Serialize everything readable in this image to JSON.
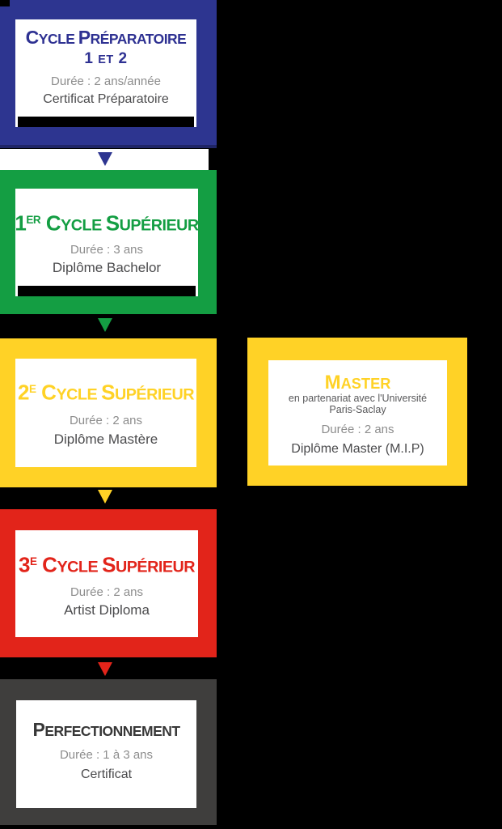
{
  "figure": {
    "background": "#000000",
    "band_color": "#FFFFFF",
    "bar_color": "#000000",
    "muted_text_color": "#8D8D8D",
    "dark_text_color": "#4B4B4D"
  },
  "boxes": [
    {
      "id": "cycle-preparatoire",
      "color": "#2D3590",
      "edge_color": "#1F2566",
      "title_color": "#2E3192",
      "title_plain": "Cycle Préparatoire",
      "title_segments": [
        {
          "text": "C",
          "style": "big"
        },
        {
          "text": "YCLE ",
          "style": "small"
        },
        {
          "text": "P",
          "style": "big"
        },
        {
          "text": "RÉPARATOIRE",
          "style": "small"
        }
      ],
      "subtitle_plain": "1 et 2",
      "subtitle_segments": [
        {
          "text": "1 ",
          "style": "big"
        },
        {
          "text": "ET",
          "style": "small"
        },
        {
          "text": " 2",
          "style": "big"
        }
      ],
      "duration": "Durée : 2 ans/année",
      "diploma": "Certificat Préparatoire",
      "redacted_bar": true
    },
    {
      "id": "cycle-superieur-1",
      "color": "#149E43",
      "title_color": "#149E43",
      "title_plain": "1er Cycle Supérieur",
      "title_segments": [
        {
          "text": "1",
          "style": "big"
        },
        {
          "text": "ER",
          "style": "sup"
        },
        {
          "text": " C",
          "style": "big"
        },
        {
          "text": "YCLE ",
          "style": "small"
        },
        {
          "text": "S",
          "style": "big"
        },
        {
          "text": "UPÉRIEUR",
          "style": "small"
        }
      ],
      "duration": "Durée : 3 ans",
      "diploma": "Diplôme Bachelor",
      "redacted_bar": true
    },
    {
      "id": "cycle-superieur-2",
      "color": "#FFD226",
      "title_color": "#FFD226",
      "title_plain": "2e Cycle Supérieur",
      "title_segments": [
        {
          "text": "2",
          "style": "big"
        },
        {
          "text": "E",
          "style": "sup"
        },
        {
          "text": " C",
          "style": "big"
        },
        {
          "text": "YCLE ",
          "style": "small"
        },
        {
          "text": "S",
          "style": "big"
        },
        {
          "text": "UPÉRIEUR",
          "style": "small"
        }
      ],
      "duration": "Durée : 2 ans",
      "diploma": "Diplôme Mastère",
      "redacted_bar": false
    },
    {
      "id": "master",
      "color": "#FFD226",
      "title_color": "#FFD226",
      "title_plain": "Master",
      "title_segments": [
        {
          "text": "M",
          "style": "big"
        },
        {
          "text": "ASTER",
          "style": "small"
        }
      ],
      "subnote_color": "#58585A",
      "subnote_line1": "en partenariat avec l'Université",
      "subnote_line2": "Paris-Saclay",
      "duration": "Durée : 2 ans",
      "diploma": "Diplôme Master (M.I.P)",
      "redacted_bar": false
    },
    {
      "id": "cycle-superieur-3",
      "color": "#E2241A",
      "title_color": "#E2241A",
      "title_plain": "3e Cycle Supérieur",
      "title_segments": [
        {
          "text": "3",
          "style": "big"
        },
        {
          "text": "E",
          "style": "sup"
        },
        {
          "text": " C",
          "style": "big"
        },
        {
          "text": "YCLE ",
          "style": "small"
        },
        {
          "text": "S",
          "style": "big"
        },
        {
          "text": "UPÉRIEUR",
          "style": "small"
        }
      ],
      "duration": "Durée : 2 ans",
      "diploma": "Artist Diploma",
      "redacted_bar": false
    },
    {
      "id": "perfectionnement",
      "color": "#3F3E3D",
      "title_color": "#373737",
      "title_plain": "Perfectionnement",
      "title_segments": [
        {
          "text": "P",
          "style": "big"
        },
        {
          "text": "ERFECTIONNEMENT",
          "style": "small"
        }
      ],
      "duration": "Durée : 1 à 3 ans",
      "diploma": "Certificat",
      "redacted_bar": false
    }
  ],
  "arrows": [
    {
      "id": "after-preparatoire",
      "color": "#2D3590"
    },
    {
      "id": "after-cycle-1",
      "color": "#149E43"
    },
    {
      "id": "after-cycle-2",
      "color": "#FFD226"
    },
    {
      "id": "after-cycle-3",
      "color": "#E2241A"
    }
  ]
}
